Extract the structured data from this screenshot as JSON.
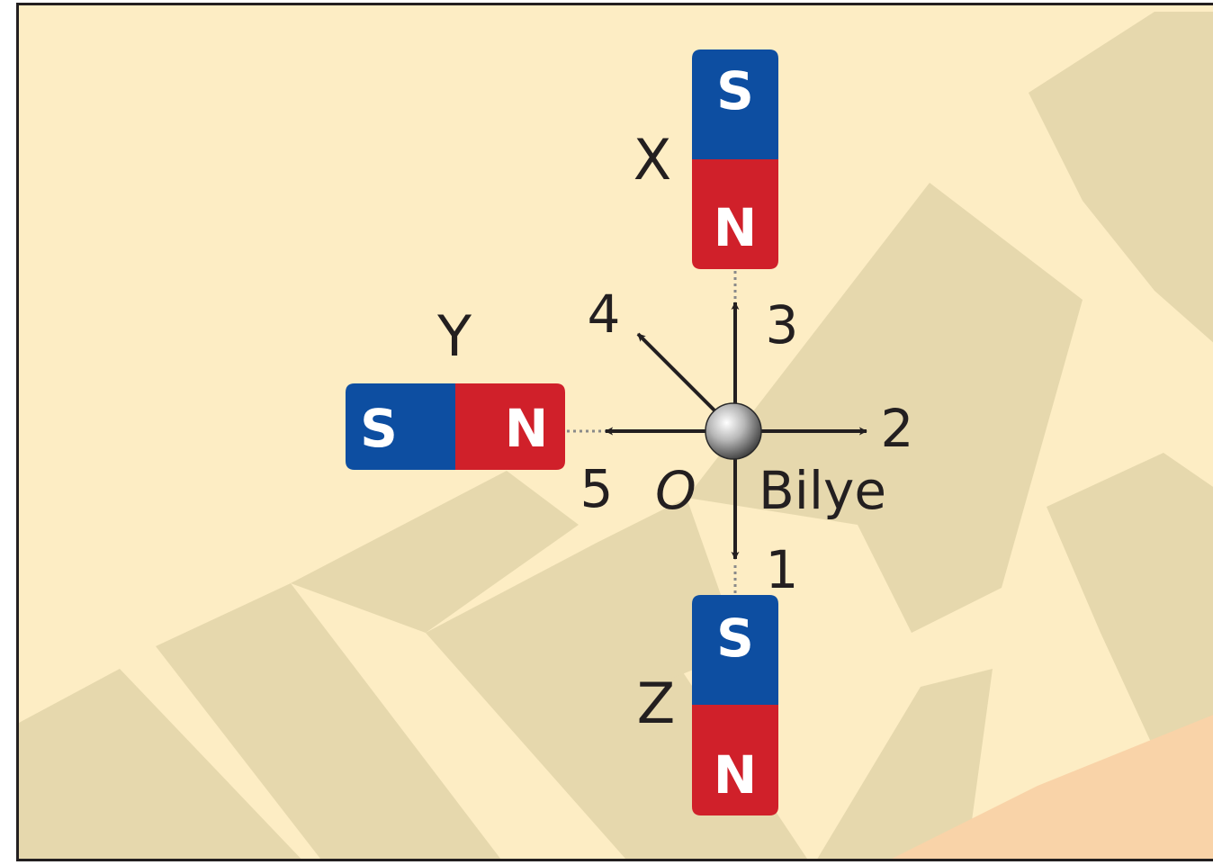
{
  "magnets": {
    "x": {
      "label": "X",
      "pole_top": "S",
      "pole_bottom": "N"
    },
    "y": {
      "label": "Y",
      "pole_left": "S",
      "pole_right": "N"
    },
    "z": {
      "label": "Z",
      "pole_top": "S",
      "pole_bottom": "N"
    }
  },
  "ball": {
    "label": "Bilye",
    "origin": "O"
  },
  "directions": {
    "d1": "1",
    "d2": "2",
    "d3": "3",
    "d4": "4",
    "d5": "5"
  },
  "colors": {
    "background": "#fdedc4",
    "watermark": "#e6d8ad",
    "south_pole": "#0d4ea1",
    "north_pole": "#d0202a",
    "text": "#231f20"
  }
}
